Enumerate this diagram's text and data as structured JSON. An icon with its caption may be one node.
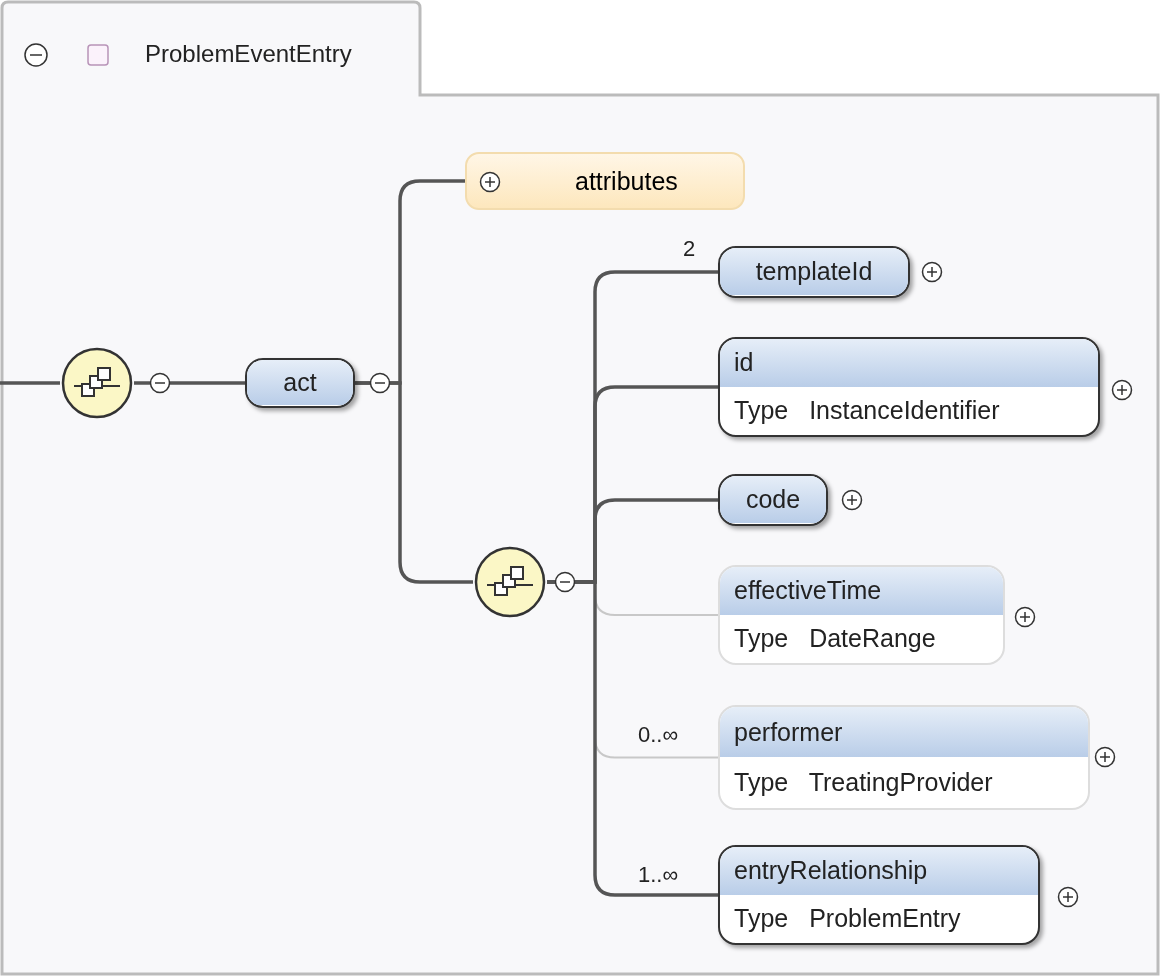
{
  "diagram": {
    "nodes": [
      {
        "text": [
          "ProblemEventEntry"
        ]
      },
      {
        "text": [],
        "shape": "circle",
        "in": 0
      },
      {
        "text": [
          "act"
        ],
        "in": 0
      },
      {
        "text": [
          "attributes"
        ],
        "in": 0
      },
      {
        "text": [],
        "shape": "circle",
        "in": 0
      },
      {
        "text": [
          "templateId"
        ],
        "in": 0,
        "beside": [
          "2"
        ]
      },
      {
        "text": [
          "id",
          "Type InstanceIdentifier"
        ],
        "in": 0
      },
      {
        "text": [
          "code"
        ],
        "in": 0
      },
      {
        "text": [
          "effectiveTime",
          "Type DateRange"
        ],
        "in": 0
      },
      {
        "text": [
          "performer",
          "Type TreatingProvider"
        ],
        "in": 0,
        "beside": [
          "0..∞"
        ]
      },
      {
        "text": [
          "entryRelationship",
          "Type ProblemEntry"
        ],
        "in": 0,
        "beside": [
          "1..∞"
        ]
      }
    ],
    "edges": [
      {
        "from": null,
        "to": 1,
        "arrow": "none"
      },
      {
        "from": 1,
        "to": 2,
        "arrow": "none"
      },
      {
        "from": 2,
        "to": 3,
        "arrow": "none"
      },
      {
        "from": 2,
        "to": 4,
        "arrow": "none"
      },
      {
        "from": 4,
        "to": 5,
        "arrow": "none"
      },
      {
        "from": 4,
        "to": 6,
        "arrow": "none"
      },
      {
        "from": 4,
        "to": 7,
        "arrow": "none"
      },
      {
        "from": 4,
        "to": 8,
        "arrow": "none",
        "color": "#c8c8c8"
      },
      {
        "from": 4,
        "to": 9,
        "arrow": "none",
        "color": "#c8c8c8"
      },
      {
        "from": 4,
        "to": 10,
        "arrow": "none"
      }
    ]
  }
}
